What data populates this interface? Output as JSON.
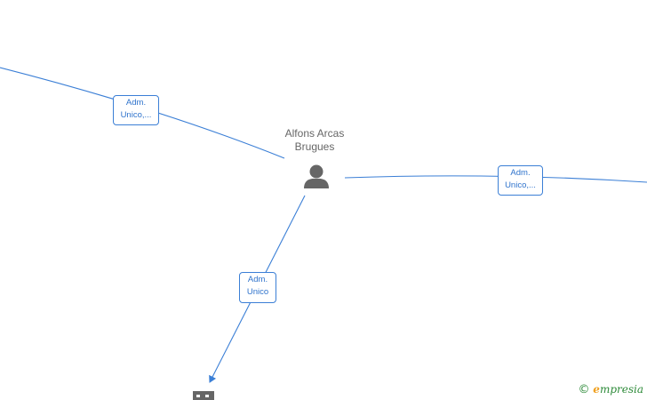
{
  "person": {
    "name_line1": "Alfons Arcas",
    "name_line2": "Brugues",
    "icon": "person-icon"
  },
  "edges": [
    {
      "id": "left",
      "line1": "Adm.",
      "line2": "Unico,..."
    },
    {
      "id": "right",
      "line1": "Adm.",
      "line2": "Unico,..."
    },
    {
      "id": "down",
      "line1": "Adm.",
      "line2": "Unico"
    }
  ],
  "company_node": {
    "icon": "building-icon"
  },
  "watermark": {
    "copyright": "©",
    "brand_initial": "e",
    "brand_rest": "mpresia"
  },
  "colors": {
    "edge": "#3b7fd6",
    "node_icon": "#666666",
    "brand": "#2e8b3a",
    "brand_accent": "#f0a020"
  }
}
